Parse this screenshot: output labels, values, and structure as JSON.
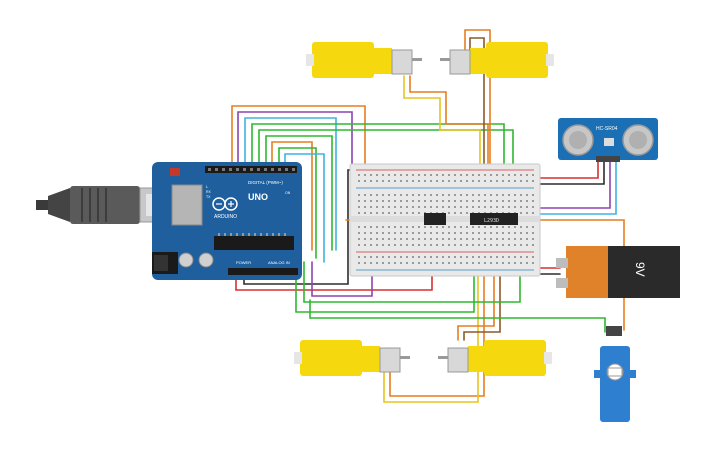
{
  "board": {
    "brand": "ARDUINO",
    "model": "UNO",
    "digital_label": "DIGITAL (PWM~)",
    "power_label": "POWER",
    "analog_label": "ANALOG IN",
    "tx_label": "TX",
    "rx_label": "RX",
    "l_label": "L",
    "on_label": "ON"
  },
  "sensor": {
    "label": "HC-SR04"
  },
  "battery": {
    "label": "9V"
  },
  "driver_ic": {
    "label": "L293D"
  },
  "colors": {
    "board": "#1f5f9e",
    "breadboard": "#e9e9e9",
    "motor_yellow": "#f5d90e",
    "battery_orange": "#e0822a",
    "battery_black": "#2a2a2a",
    "servo_blue": "#2f7fd0",
    "sensor_blue": "#1b6fb4"
  }
}
